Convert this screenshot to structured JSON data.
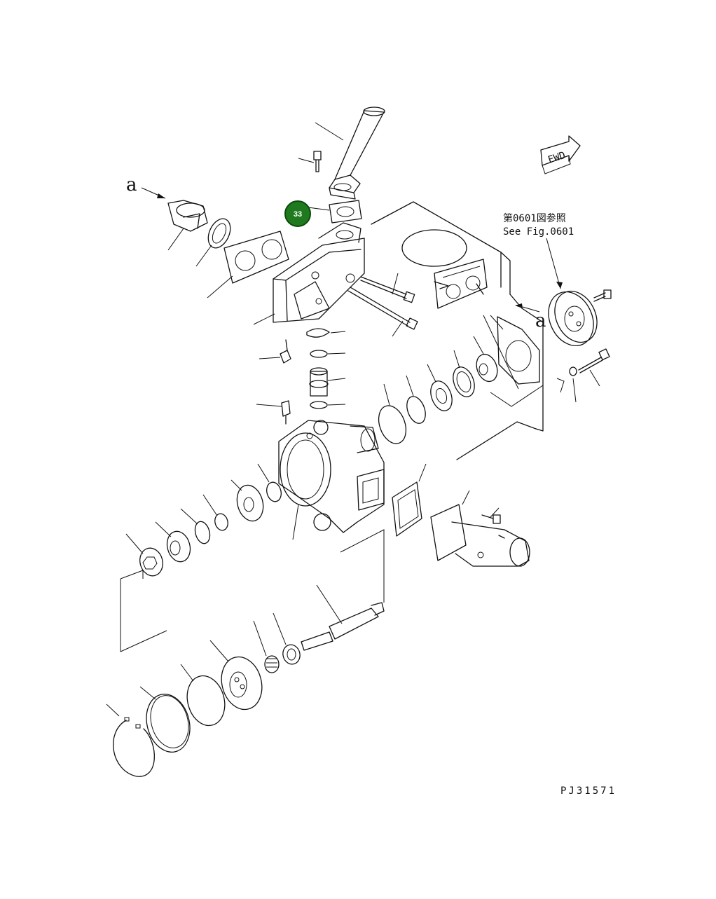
{
  "labels": {
    "section_a_left": "a",
    "section_a_right": "a",
    "fwd": "FWD",
    "ref_jp": "第0601図参照",
    "ref_en": "See Fig.0601",
    "drawing_code": "PJ31571"
  },
  "callouts": [
    {
      "number": "33",
      "color": "#1f7a1f"
    }
  ]
}
